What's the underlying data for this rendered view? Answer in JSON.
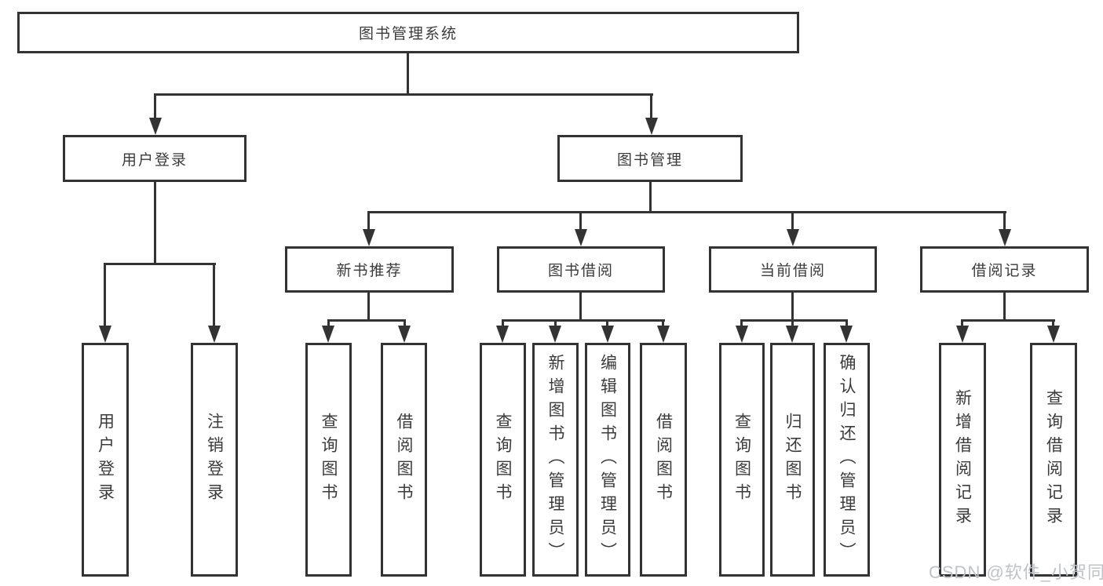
{
  "colors": {
    "line": "#333333",
    "box_border": "#333333",
    "text": "#3b3b3b",
    "watermark": "#bfc2c7",
    "background": "#ffffff"
  },
  "diagram": {
    "root": {
      "label": "图书管理系统"
    },
    "branches": [
      {
        "label": "用户登录",
        "children": [
          {
            "label": "用户登录"
          },
          {
            "label": "注销登录"
          }
        ]
      },
      {
        "label": "图书管理",
        "children": [
          {
            "label": "新书推荐",
            "children": [
              {
                "label": "查询图书"
              },
              {
                "label": "借阅图书"
              }
            ]
          },
          {
            "label": "图书借阅",
            "children": [
              {
                "label": "查询图书"
              },
              {
                "label": "新增图书（管理员）"
              },
              {
                "label": "编辑图书（管理员）"
              },
              {
                "label": "借阅图书"
              }
            ]
          },
          {
            "label": "当前借阅",
            "children": [
              {
                "label": "查询图书"
              },
              {
                "label": "归还图书"
              },
              {
                "label": "确认归还（管理员）"
              }
            ]
          },
          {
            "label": "借阅记录",
            "children": [
              {
                "label": "新增借阅记录"
              },
              {
                "label": "查询借阅记录"
              }
            ]
          }
        ]
      }
    ]
  },
  "watermark": {
    "text": "CSDN @软件_小贺同学"
  }
}
